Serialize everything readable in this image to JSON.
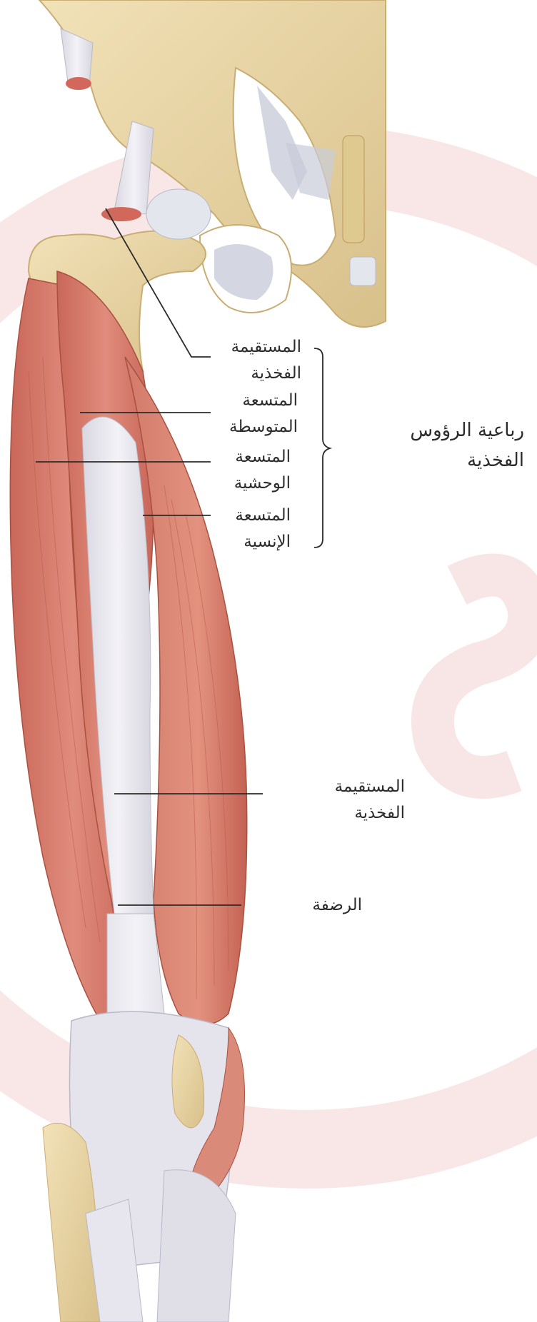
{
  "group_label": {
    "line1": "رباعية الرؤوس",
    "line2": "الفخذية"
  },
  "labels": {
    "rectus_femoris_origin": {
      "line1": "المستقيمة",
      "line2": "الفخذية"
    },
    "vastus_intermedius": {
      "line1": "المتسعة",
      "line2": "المتوسطة"
    },
    "vastus_lateralis": {
      "line1": "المتسعة",
      "line2": "الوحشية"
    },
    "vastus_medialis": {
      "line1": "المتسعة",
      "line2": "الإنسية"
    },
    "rectus_femoris_tendon": {
      "line1": "المستقيمة",
      "line2": "الفخذية"
    },
    "patella": {
      "line1": "الرضفة"
    }
  },
  "colors": {
    "muscle": "#d9786a",
    "muscle_dark": "#b85a4e",
    "bone": "#ecd9a8",
    "tendon": "#e3e2ea",
    "watermark": "#f7dede",
    "leader": "#2b2b2b"
  }
}
